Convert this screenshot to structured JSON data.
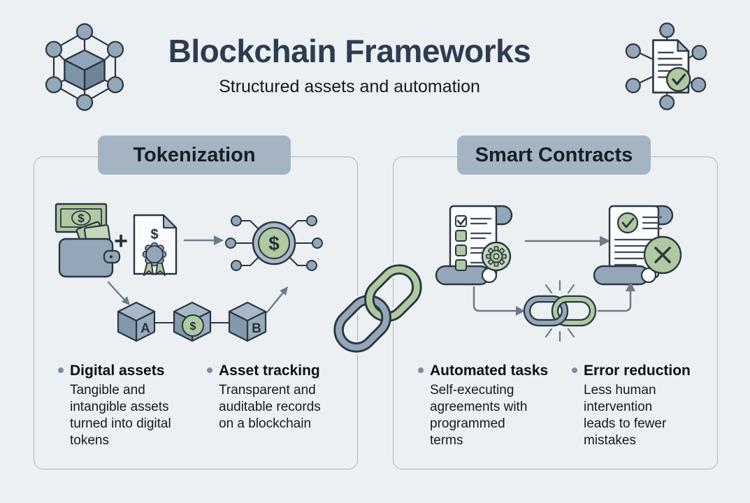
{
  "header": {
    "title": "Blockchain Frameworks",
    "subtitle": "Structured assets and automation"
  },
  "panels": [
    {
      "title": "Tokenization",
      "bullets": [
        {
          "heading": "Digital assets",
          "description": "Tangible and intangible assets turned into digital tokens"
        },
        {
          "heading": "Asset tracking",
          "description": "Transparent and auditable records on a blockchain"
        }
      ],
      "glyphs": {
        "banknote_dollar": "$",
        "plus": "+",
        "certificate_dollar": "$",
        "token_dollar": "$",
        "block_a": "A",
        "block_dollar": "$",
        "block_b": "B"
      }
    },
    {
      "title": "Smart Contracts",
      "bullets": [
        {
          "heading": "Automated tasks",
          "description": "Self-executing agreements with programmed terms"
        },
        {
          "heading": "Error reduction",
          "description": "Less human intervention leads to fewer mistakes"
        }
      ]
    }
  ],
  "colors": {
    "bg": "#edf0f3",
    "ink": "#2b3642",
    "navy": "#2c3d51",
    "text": "#15191d",
    "badge": "#a4b4c2",
    "badge_text": "#141f2a",
    "panel_border": "#a9b6c2",
    "slate": "#93a7b9",
    "slate_light": "#a9b8c6",
    "slate_dark": "#7e94a8",
    "green": "#afc9a0",
    "green_light": "#c6d8ba",
    "paper": "#fbfcfd",
    "arrow": "#6e7a87",
    "bullet": "#7b8fa1"
  }
}
